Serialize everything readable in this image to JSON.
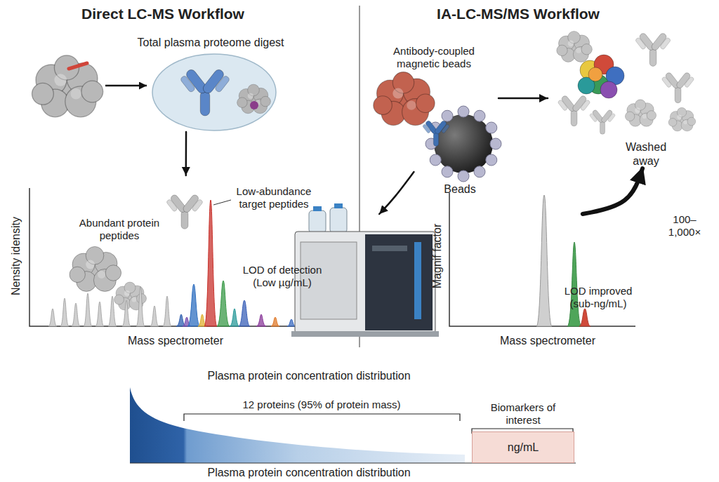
{
  "diagram": {
    "nodes": [
      {
        "text": [
          "Total plasma proteome digest"
        ]
      },
      {
        "text": [
          "Nensity idensity",
          "Mass spectrometer"
        ]
      },
      {
        "text": [
          "Antibody-coupled magnetic beads",
          "Beads"
        ]
      },
      {
        "text": [
          "Washed away"
        ]
      },
      {
        "text": [
          "Magnif factor",
          "Mass spectrometer"
        ]
      },
      {
        "text": [
          "Plasma protein concentration distribution",
          "Plasma protein concentration distribution"
        ]
      },
      {
        "text": [
          "Biomarkers of interest",
          "ng/mL"
        ],
        "in": 5
      }
    ],
    "edges": [
      {
        "from": 0,
        "to": 1,
        "arrow": "to"
      },
      {
        "from": 2,
        "to": 3,
        "arrow": "to"
      },
      {
        "from": 2,
        "to": 4,
        "arrow": "to"
      },
      {
        "from": 4,
        "to": 3,
        "label": "100–1,000×",
        "arrow": "to"
      }
    ],
    "labels": [
      "Direct LC-MS Workflow",
      "IA-LC-MS/MS Workflow",
      "Abundant protein peptides",
      "Low-abundance target peptides",
      "LOD of detection (Low µg/mL)",
      "LOD improved (sub-ng/mL)",
      "12 proteins (95% of protein mass)"
    ]
  }
}
